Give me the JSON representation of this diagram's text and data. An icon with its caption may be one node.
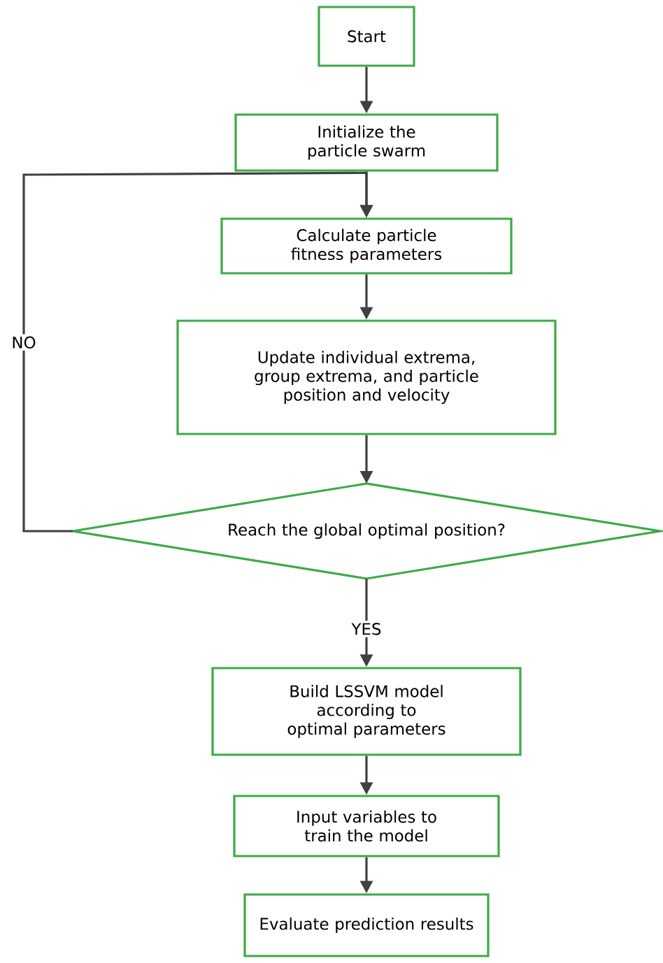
{
  "diagram": {
    "nodes": [
      {
        "text": [
          "Start"
        ]
      },
      {
        "text": [
          "Initialize the particle swarm"
        ]
      },
      {
        "text": [
          "Calculate particle fitness parameters"
        ]
      },
      {
        "text": [
          "Update individual extrema, group extrema, and particle position and velocity"
        ]
      },
      {
        "text": [
          "Reach the global optimal position?"
        ]
      },
      {
        "text": [
          "Build LSSVM model according to optimal parameters"
        ]
      },
      {
        "text": [
          "Input variables to train the model"
        ]
      },
      {
        "text": [
          "Evaluate prediction results"
        ]
      }
    ],
    "edges": [
      {
        "from": 0,
        "to": 1,
        "arrow": "to"
      },
      {
        "from": 1,
        "to": 2,
        "arrow": "to"
      },
      {
        "from": 2,
        "to": 3,
        "arrow": "to"
      },
      {
        "from": 3,
        "to": 4,
        "arrow": "to"
      },
      {
        "from": 4,
        "to": 5,
        "arrow": "to",
        "label": "YES"
      },
      {
        "from": 4,
        "to": 2,
        "arrow": "to",
        "label": "NO"
      },
      {
        "from": 5,
        "to": 6,
        "arrow": "to"
      },
      {
        "from": 6,
        "to": 7,
        "arrow": "to"
      }
    ]
  }
}
